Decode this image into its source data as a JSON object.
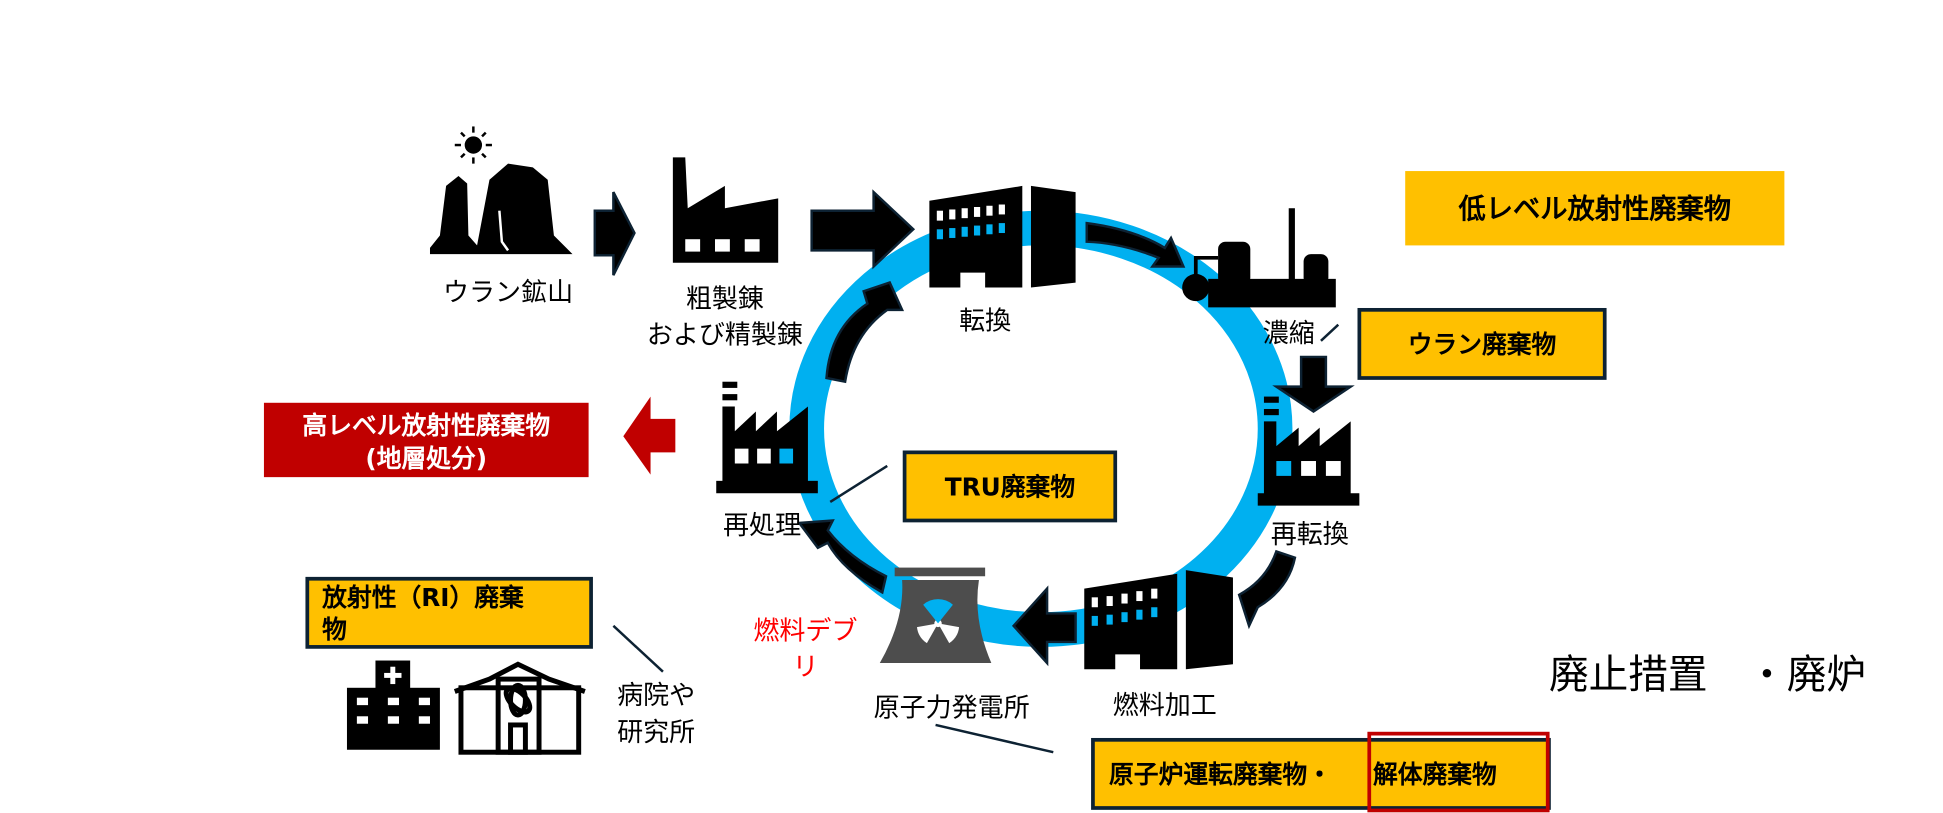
{
  "colors": {
    "ring": "#00b0f0",
    "yellow": "#ffc000",
    "red": "#c00000",
    "dark": "#0d2233",
    "debris": "#ff0000",
    "plant_gray": "#4d4d4d"
  },
  "stages": {
    "mine": "ウラン鉱山",
    "refining_1": "粗製錬",
    "refining_2": "および精製錬",
    "conversion": "転換",
    "enrichment": "濃縮",
    "reconversion": "再転換",
    "fuel_fabrication": "燃料加工",
    "power_plant": "原子力発電所",
    "reprocessing": "再処理",
    "hospital_1": "病院や",
    "hospital_2": "研究所"
  },
  "debris": {
    "line1": "燃料デブ",
    "line2": "リ"
  },
  "waste": {
    "low_level": "低レベル放射性廃棄物",
    "uranium": "ウラン廃棄物",
    "tru": "TRU廃棄物",
    "high_level_1": "高レベル放射性廃棄物",
    "high_level_2": "(地層処分)",
    "ri_1": "放射性（RI）廃棄",
    "ri_2": "物",
    "reactor_op": "原子炉運転廃棄物・",
    "dismantling": "解体廃棄物"
  },
  "decommissioning": "廃止措置　・廃炉"
}
